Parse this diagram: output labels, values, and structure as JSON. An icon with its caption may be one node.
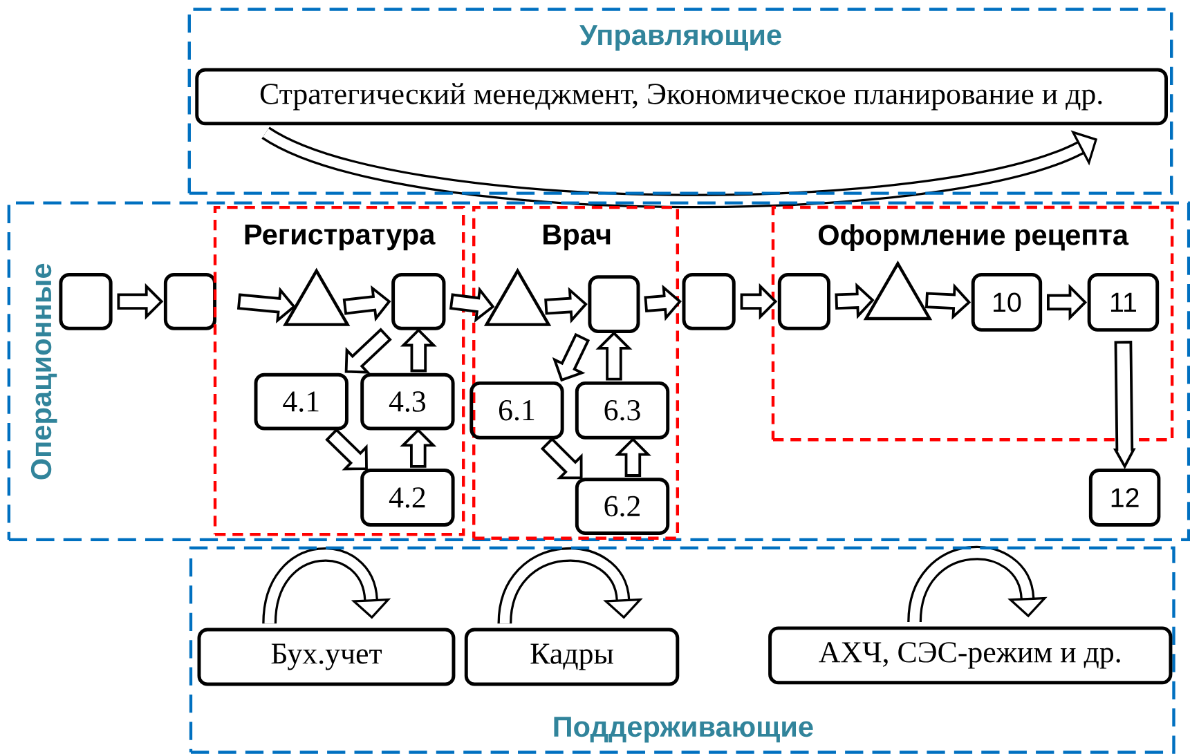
{
  "diagram": {
    "nodes": [
      {
        "text": [
          "Управляющие"
        ]
      },
      {
        "text": [
          "Стратегический менеджмент, Экономическое планирование и др."
        ],
        "in": 0
      },
      {
        "text": [
          "Операционные"
        ]
      },
      {
        "text": [],
        "shape": "box",
        "in": 2
      },
      {
        "text": [],
        "shape": "box",
        "in": 2
      },
      {
        "text": [
          "Регистратура"
        ],
        "in": 2
      },
      {
        "text": [],
        "shape": "triangle",
        "in": 5
      },
      {
        "text": [],
        "shape": "box",
        "in": 5
      },
      {
        "text": [
          "4.1"
        ],
        "in": 5
      },
      {
        "text": [
          "4.3"
        ],
        "in": 5
      },
      {
        "text": [
          "4.2"
        ],
        "in": 5
      },
      {
        "text": [
          "Врач"
        ],
        "in": 2
      },
      {
        "text": [],
        "shape": "triangle",
        "in": 11
      },
      {
        "text": [],
        "shape": "box",
        "in": 11
      },
      {
        "text": [
          "6.1"
        ],
        "in": 11
      },
      {
        "text": [
          "6.3"
        ],
        "in": 11
      },
      {
        "text": [
          "6.2"
        ],
        "in": 11
      },
      {
        "text": [],
        "shape": "box",
        "in": 2
      },
      {
        "text": [
          "Оформление рецепта"
        ],
        "in": 2
      },
      {
        "text": [],
        "shape": "box",
        "in": 18
      },
      {
        "text": [],
        "shape": "triangle",
        "in": 18
      },
      {
        "text": [
          "10"
        ],
        "in": 18
      },
      {
        "text": [
          "11"
        ],
        "in": 18
      },
      {
        "text": [
          "12"
        ],
        "in": 2
      },
      {
        "text": [
          "Поддерживающие"
        ]
      },
      {
        "text": [
          "Бух.учет"
        ],
        "in": 24
      },
      {
        "text": [
          "Кадры"
        ],
        "in": 24
      },
      {
        "text": [
          "АХЧ, СЭС-режим и др."
        ],
        "in": 24
      }
    ],
    "edges": [
      {
        "from": 3,
        "to": 4,
        "arrow": "to"
      },
      {
        "from": 4,
        "to": 6,
        "arrow": "to"
      },
      {
        "from": 6,
        "to": 7,
        "arrow": "to"
      },
      {
        "from": 7,
        "to": 8,
        "arrow": "to"
      },
      {
        "from": 8,
        "to": 10,
        "arrow": "to"
      },
      {
        "from": 10,
        "to": 9,
        "arrow": "to"
      },
      {
        "from": 9,
        "to": 7,
        "arrow": "to"
      },
      {
        "from": 7,
        "to": 12,
        "arrow": "to"
      },
      {
        "from": 12,
        "to": 13,
        "arrow": "to"
      },
      {
        "from": 13,
        "to": 14,
        "arrow": "to"
      },
      {
        "from": 14,
        "to": 16,
        "arrow": "to"
      },
      {
        "from": 16,
        "to": 15,
        "arrow": "to"
      },
      {
        "from": 15,
        "to": 13,
        "arrow": "to"
      },
      {
        "from": 13,
        "to": 17,
        "arrow": "to"
      },
      {
        "from": 17,
        "to": 19,
        "arrow": "to"
      },
      {
        "from": 19,
        "to": 20,
        "arrow": "to"
      },
      {
        "from": 20,
        "to": 21,
        "arrow": "to"
      },
      {
        "from": 21,
        "to": 22,
        "arrow": "to"
      },
      {
        "from": 22,
        "to": 23,
        "arrow": "to"
      }
    ]
  }
}
